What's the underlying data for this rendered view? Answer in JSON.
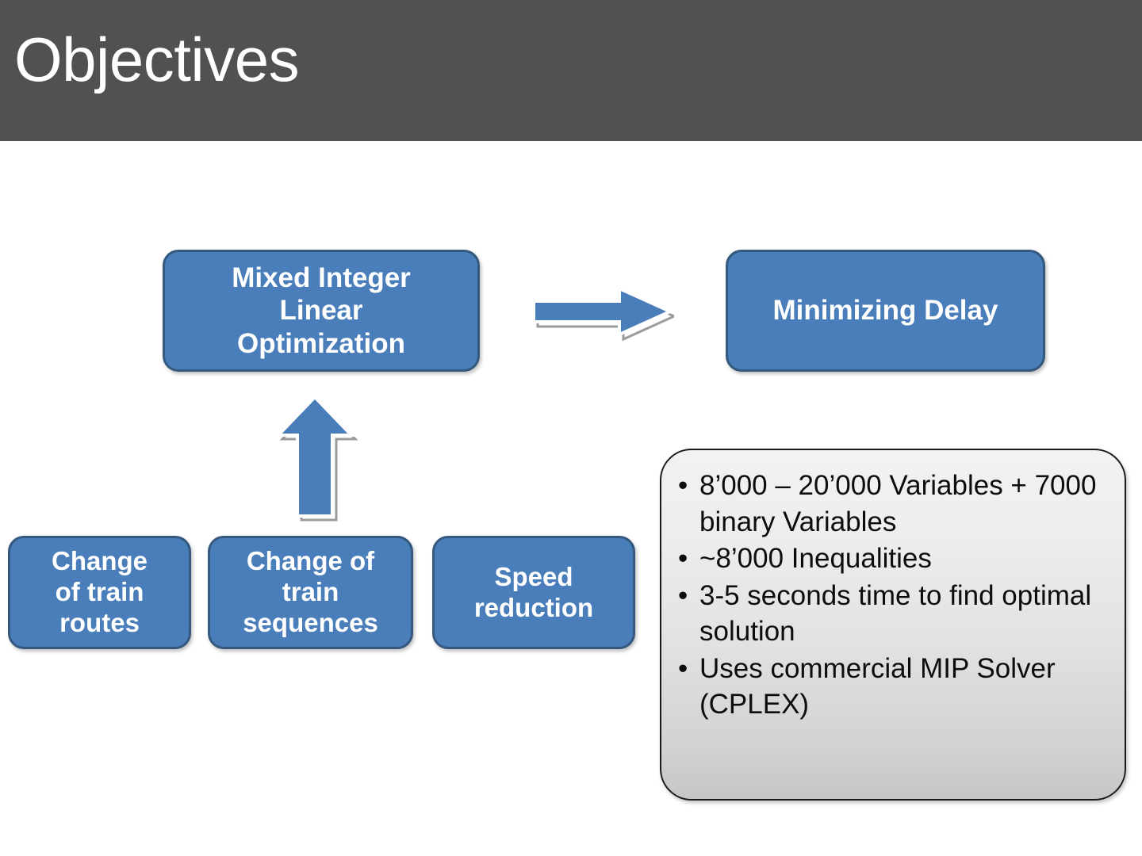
{
  "slide": {
    "title": "Objectives",
    "header_color": "#515151",
    "accent_color": "#4A7EBB",
    "accent_border_color": "#35587F",
    "background_color": "#FFFFFF"
  },
  "diagram": {
    "boxes": [
      {
        "id": "milp",
        "label": "Mixed Integer\nLinear\nOptimization"
      },
      {
        "id": "delay",
        "label": "Minimizing Delay"
      },
      {
        "id": "routes",
        "label": "Change\nof train\nroutes"
      },
      {
        "id": "sequences",
        "label": "Change of\ntrain\nsequences"
      },
      {
        "id": "speed",
        "label": "Speed\nreduction"
      }
    ],
    "arrows": [
      {
        "id": "right-arrow",
        "direction": "right",
        "from": "milp",
        "to": "delay"
      },
      {
        "id": "up-arrow",
        "direction": "up",
        "from": "sequences",
        "to": "milp"
      }
    ]
  },
  "notes": {
    "items": [
      "8’000 – 20’000 Variables + 7000 binary Variables",
      "~8’000 Inequalities",
      "3-5 seconds time to find optimal solution",
      "Uses commercial MIP Solver (CPLEX)"
    ]
  }
}
